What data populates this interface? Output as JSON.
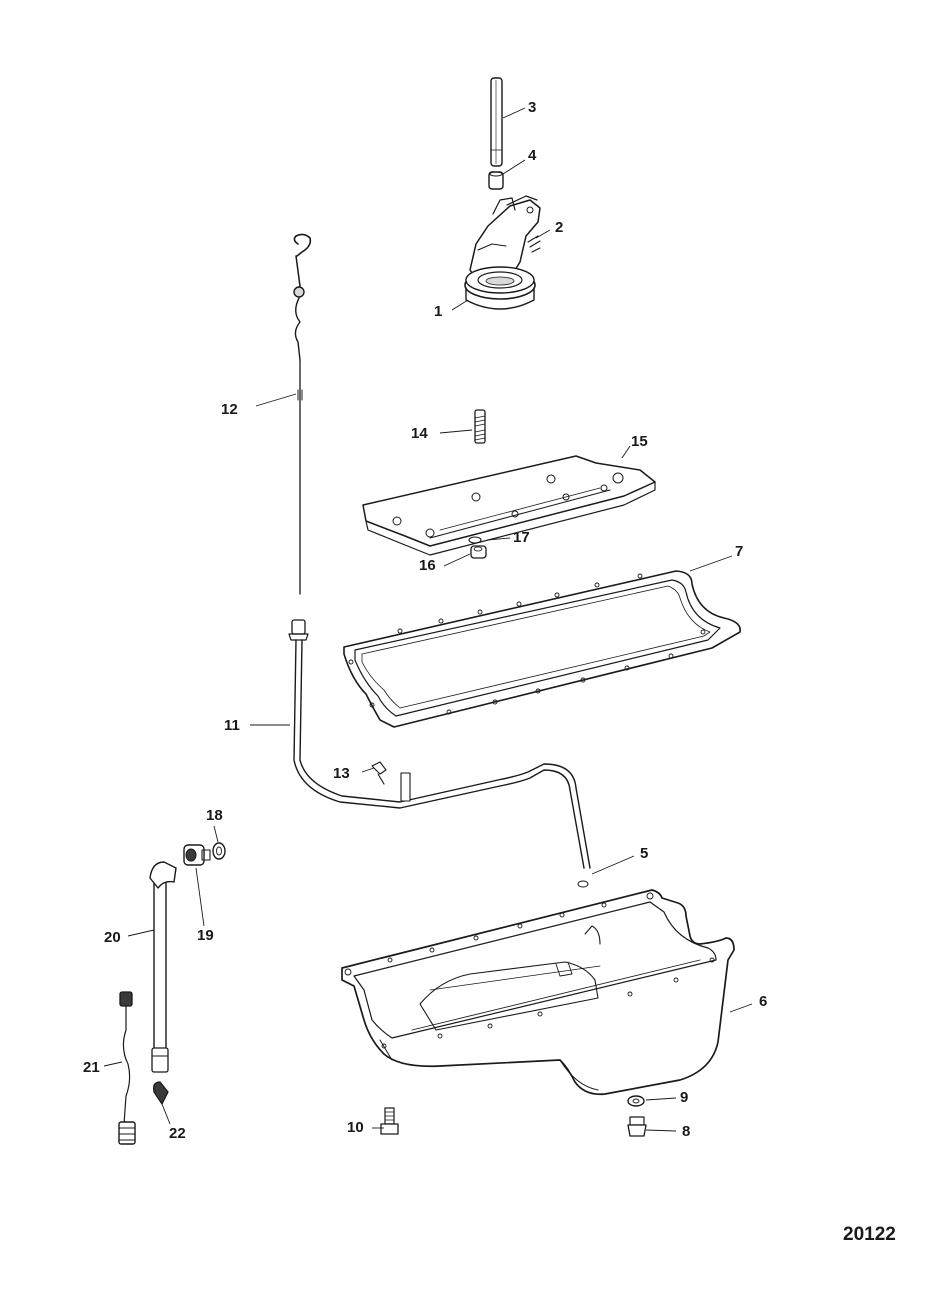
{
  "diagram": {
    "figure_number": "20122",
    "callouts": {
      "c1": "1",
      "c2": "2",
      "c3": "3",
      "c4": "4",
      "c5": "5",
      "c6": "6",
      "c7": "7",
      "c8": "8",
      "c9": "9",
      "c10": "10",
      "c11": "11",
      "c12": "12",
      "c13": "13",
      "c14": "14",
      "c15": "15",
      "c16": "16",
      "c17": "17",
      "c18": "18",
      "c19": "19",
      "c20": "20",
      "c21": "21",
      "c22": "22"
    }
  }
}
